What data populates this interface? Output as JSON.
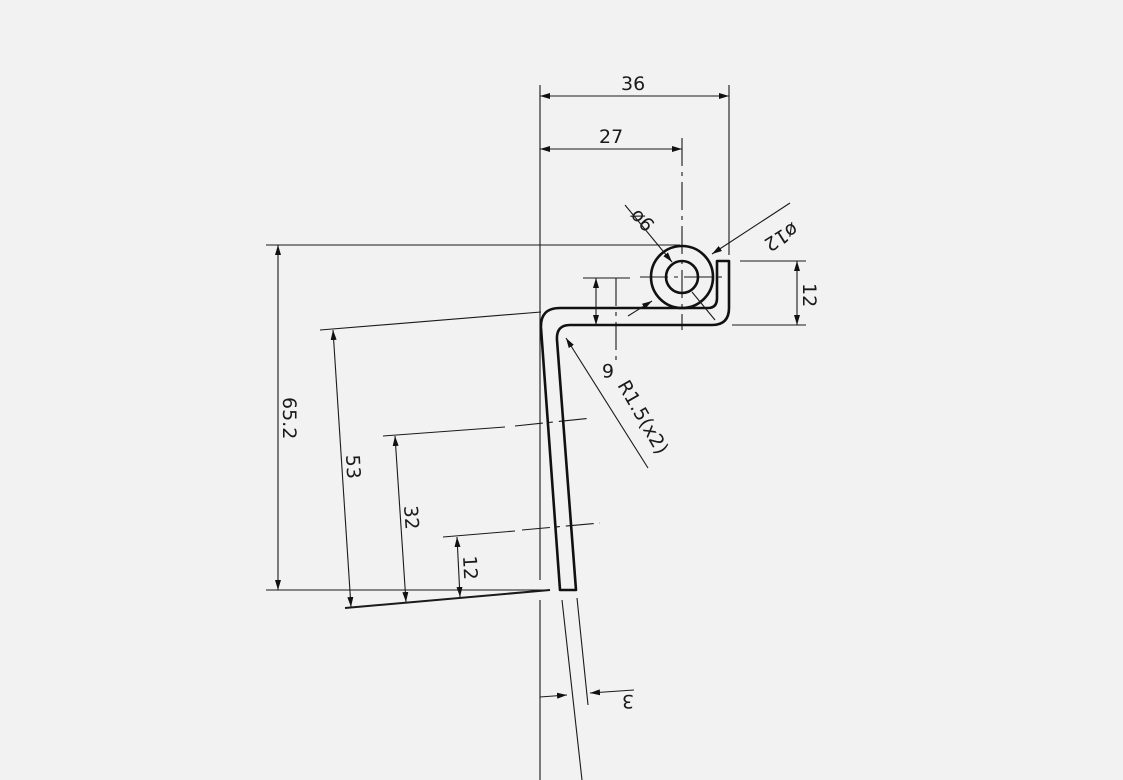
{
  "drawing": {
    "dimensions": {
      "overall_width": "36",
      "center_width": "27",
      "inner_diameter": "ø6",
      "outer_diameter": "ø12",
      "flange_height": "12",
      "offset": "6",
      "radius": "R1.5(x2)",
      "total_height": "65.2",
      "height_53": "53",
      "height_32": "32",
      "height_12": "12",
      "thickness": "3"
    },
    "colors": {
      "background": "#f2f2f2",
      "line": "#111111"
    }
  }
}
